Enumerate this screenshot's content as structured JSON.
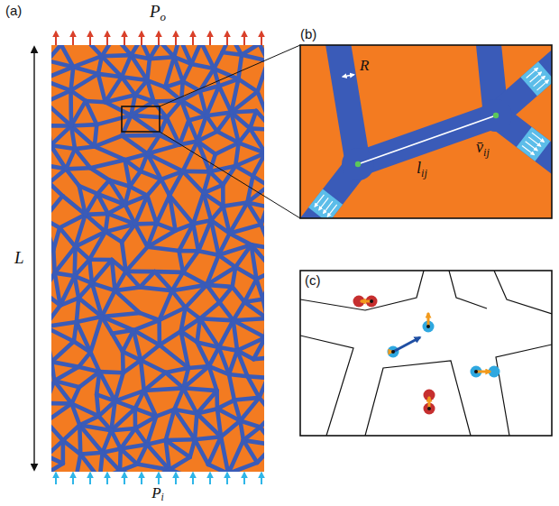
{
  "diagram": {
    "labels": [
      "(a)",
      "Po",
      "L",
      "Pi",
      "(b)",
      "R",
      "lij",
      "v̄ij",
      "(c)"
    ]
  }
}
